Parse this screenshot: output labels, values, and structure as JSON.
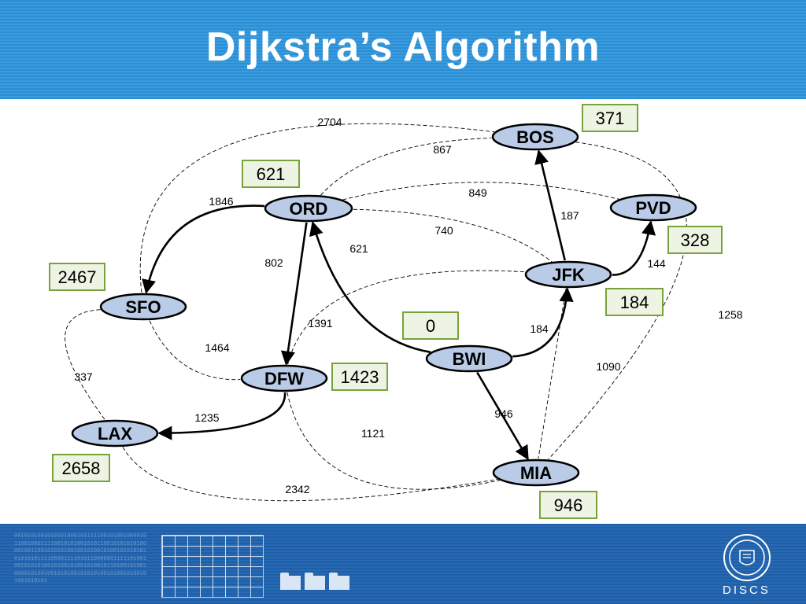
{
  "title": "Dijkstra’s Algorithm",
  "nodes": [
    {
      "id": "BOS",
      "label": "BOS",
      "distance": "371"
    },
    {
      "id": "PVD",
      "label": "PVD",
      "distance": "328"
    },
    {
      "id": "ORD",
      "label": "ORD",
      "distance": "621"
    },
    {
      "id": "JFK",
      "label": "JFK",
      "distance": "184"
    },
    {
      "id": "SFO",
      "label": "SFO",
      "distance": "2467"
    },
    {
      "id": "BWI",
      "label": "BWI",
      "distance": "0"
    },
    {
      "id": "DFW",
      "label": "DFW",
      "distance": "1423"
    },
    {
      "id": "LAX",
      "label": "LAX",
      "distance": "2658"
    },
    {
      "id": "MIA",
      "label": "MIA",
      "distance": "946"
    }
  ],
  "edges": [
    {
      "from": "SFO",
      "to": "BOS",
      "weight": "2704",
      "in_tree": false
    },
    {
      "from": "ORD",
      "to": "BOS",
      "weight": "867",
      "in_tree": false
    },
    {
      "from": "ORD",
      "to": "PVD",
      "weight": "849",
      "in_tree": false
    },
    {
      "from": "JFK",
      "to": "BOS",
      "weight": "187",
      "in_tree": true
    },
    {
      "from": "ORD",
      "to": "JFK",
      "weight": "740",
      "in_tree": false
    },
    {
      "from": "ORD",
      "to": "SFO",
      "weight": "1846",
      "in_tree": true
    },
    {
      "from": "ORD",
      "to": "DFW",
      "weight": "802",
      "in_tree": true
    },
    {
      "from": "BWI",
      "to": "ORD",
      "weight": "621",
      "in_tree": true
    },
    {
      "from": "JFK",
      "to": "PVD",
      "weight": "144",
      "in_tree": true
    },
    {
      "from": "BOS",
      "to": "MIA",
      "weight": "1258",
      "in_tree": false
    },
    {
      "from": "BWI",
      "to": "JFK",
      "weight": "184",
      "in_tree": true
    },
    {
      "from": "JFK",
      "to": "MIA",
      "weight": "1090",
      "in_tree": false
    },
    {
      "from": "DFW",
      "to": "JFK",
      "weight": "1391",
      "in_tree": false
    },
    {
      "from": "SFO",
      "to": "DFW",
      "weight": "1464",
      "in_tree": false
    },
    {
      "from": "SFO",
      "to": "LAX",
      "weight": "337",
      "in_tree": false
    },
    {
      "from": "DFW",
      "to": "LAX",
      "weight": "1235",
      "in_tree": true
    },
    {
      "from": "DFW",
      "to": "MIA",
      "weight": "1121",
      "in_tree": false
    },
    {
      "from": "BWI",
      "to": "MIA",
      "weight": "946",
      "in_tree": true
    },
    {
      "from": "LAX",
      "to": "MIA",
      "weight": "2342",
      "in_tree": false
    }
  ],
  "footer": {
    "binary": "0010101001010101000101111100101001000010110010001111001010100101011001010101010000100110010101010010010100101001010101010101010111100001111010110000001111101001001010101001010010100101001011010010100100001010010010101001010101001010010100101001010101",
    "logo_text": "DISCS"
  },
  "colors": {
    "node_fill": "#b9cbe6",
    "distance_box_fill": "#eef4e4",
    "distance_box_border": "#79a23c",
    "header": "#2d8fd3",
    "footer": "#1f5fa8"
  }
}
